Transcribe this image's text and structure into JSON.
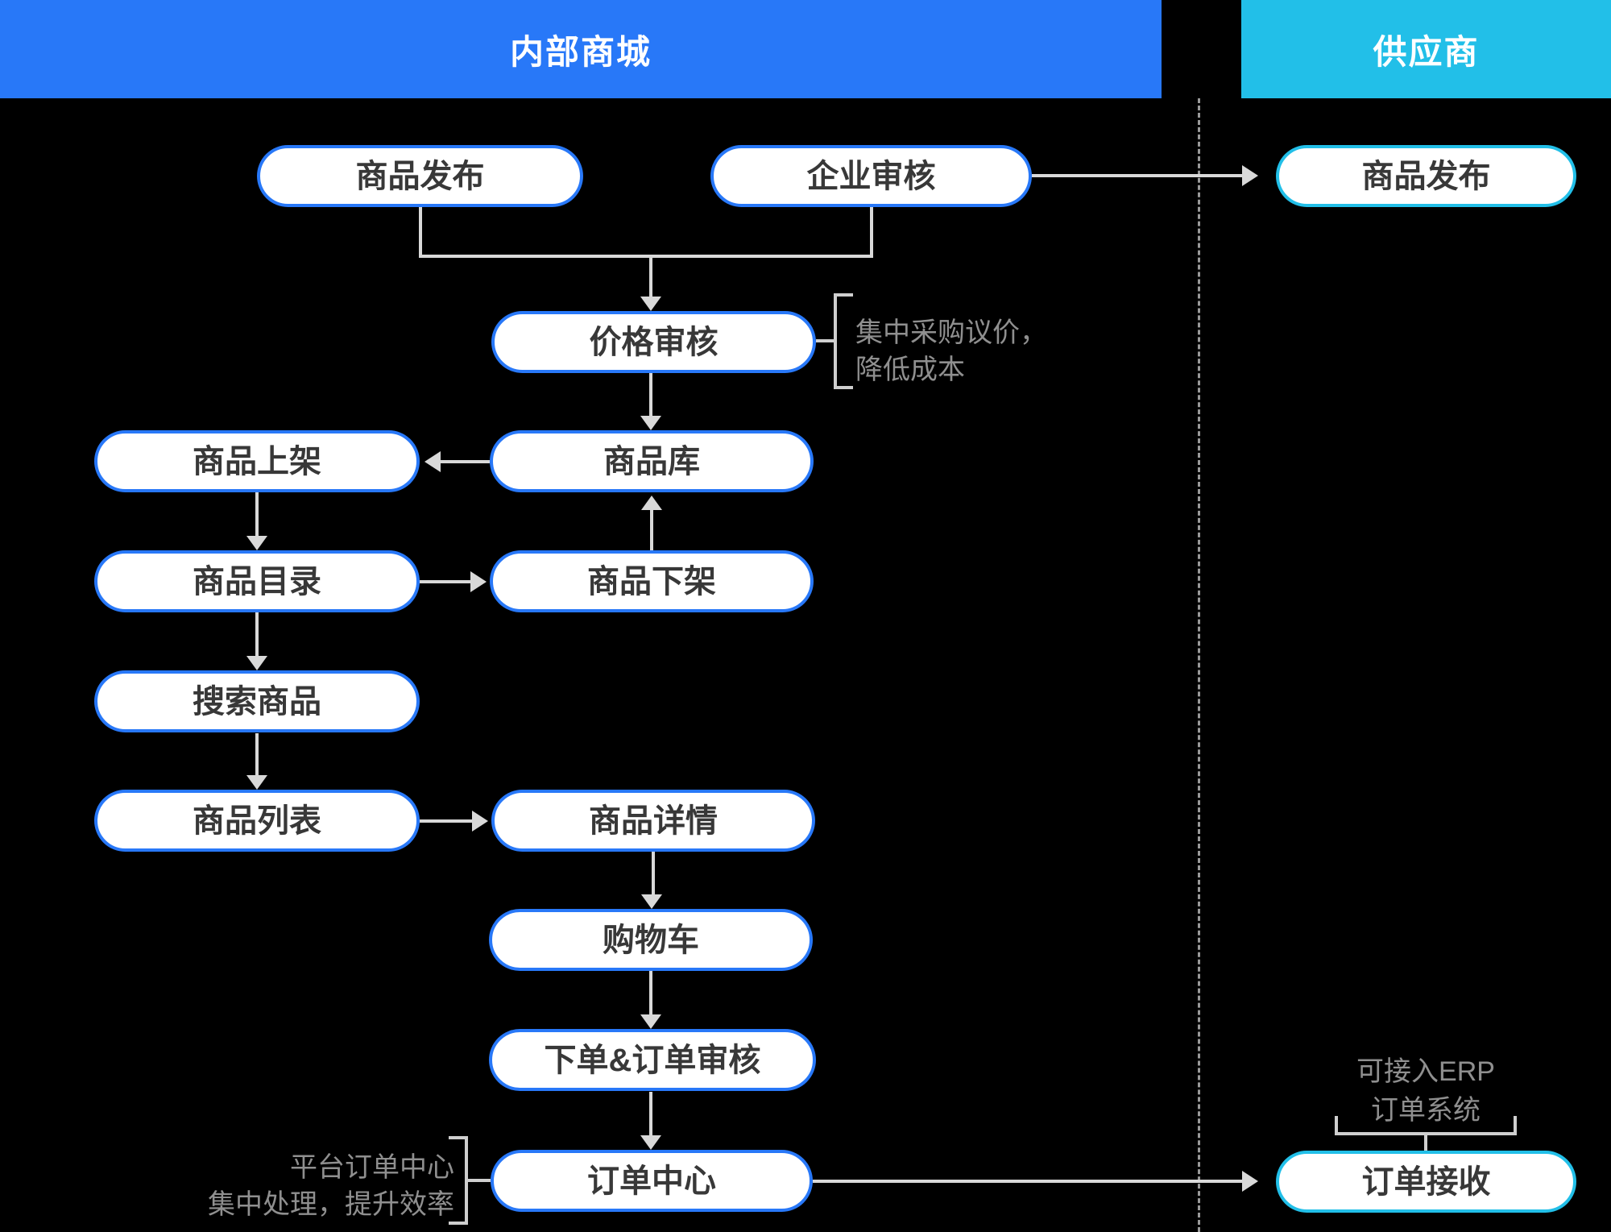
{
  "headers": {
    "internal": "内部商城",
    "supplier": "供应商"
  },
  "nodes": {
    "publish_internal": "商品发布",
    "enterprise_review": "企业审核",
    "publish_supplier": "商品发布",
    "price_review": "价格审核",
    "product_on_shelf": "商品上架",
    "product_library": "商品库",
    "product_catalog": "商品目录",
    "product_off_shelf": "商品下架",
    "search_product": "搜索商品",
    "product_list": "商品列表",
    "product_detail": "商品详情",
    "cart": "购物车",
    "order_and_review": "下单&订单审核",
    "order_center": "订单中心",
    "order_receive": "订单接收"
  },
  "annotations": {
    "price_note_line1": "集中采购议价，",
    "price_note_line2": "降低成本",
    "order_note_line1": "平台订单中心",
    "order_note_line2": "集中处理，提升效率",
    "erp_note_line1": "可接入ERP",
    "erp_note_line2": "订单系统"
  },
  "colors": {
    "internal_accent": "#2878f8",
    "supplier_accent": "#22bfe8",
    "node_text": "#383838",
    "line": "#d9d9d9",
    "dash": "#9a9a9a",
    "bracket": "#cfcfcf",
    "note_text": "#8f8f8f",
    "bg": "#000000",
    "node_fill": "#ffffff"
  }
}
